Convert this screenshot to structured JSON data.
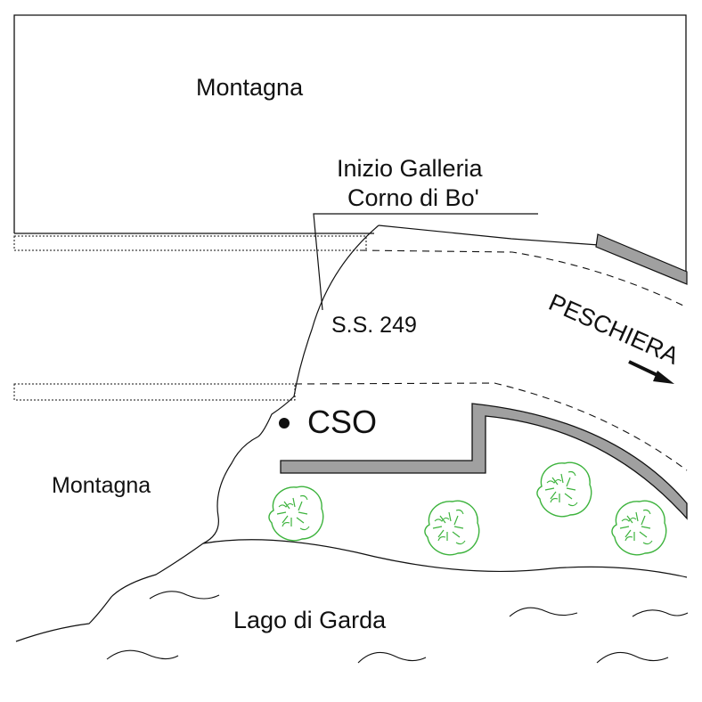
{
  "labels": {
    "mountain_top": "Montagna",
    "tunnel_line1": "Inizio Galleria",
    "tunnel_line2": "Corno di Bo'",
    "road": "S.S. 249",
    "direction": "PESCHIERA",
    "cso": "CSO",
    "mountain_left": "Montagna",
    "lake": "Lago di Garda"
  },
  "colors": {
    "line": "#111111",
    "wall_fill": "#a0a0a0",
    "tree": "#3db33d",
    "background": "#ffffff"
  },
  "symbols": {
    "cso_marker": "filled-circle",
    "direction_arrow": "arrow-right-down",
    "trees": "tree-symbol"
  }
}
